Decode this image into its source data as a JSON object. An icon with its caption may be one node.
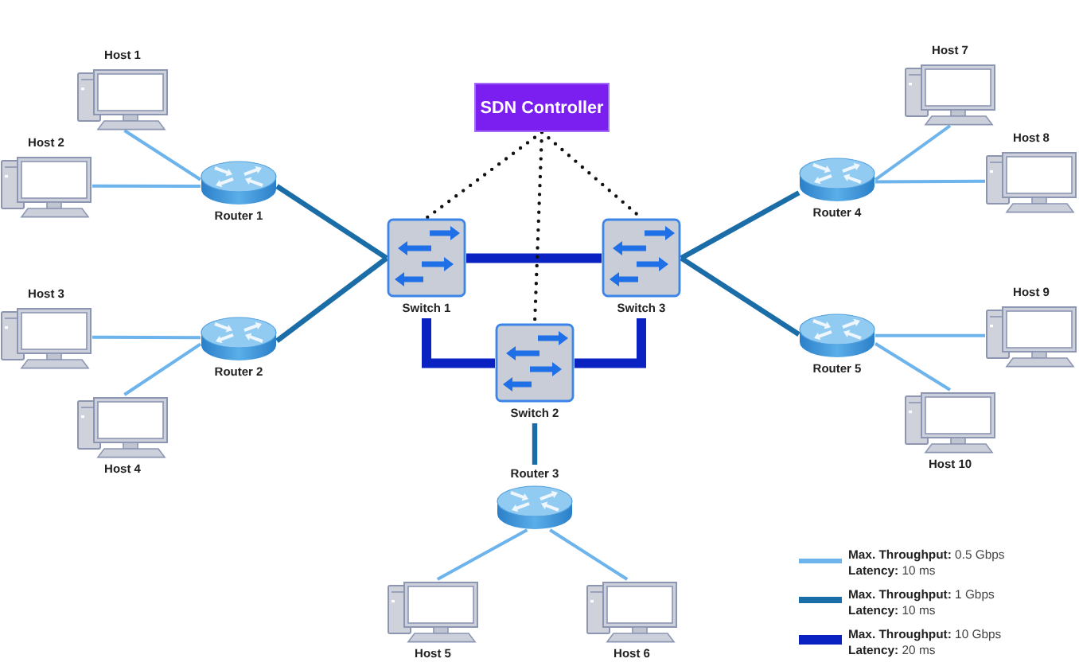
{
  "diagram": {
    "nodes": [
      {
        "text": [
          "SDN Controller"
        ]
      },
      {
        "text": [
          "Host 1"
        ]
      },
      {
        "text": [
          "Host 2"
        ]
      },
      {
        "text": [
          "Router 1"
        ]
      },
      {
        "text": [
          "Host 3"
        ]
      },
      {
        "text": [
          "Router 2"
        ]
      },
      {
        "text": [
          "Host 4"
        ]
      },
      {
        "text": [
          "Switch 1"
        ]
      },
      {
        "text": [
          "Switch 3"
        ]
      },
      {
        "text": [
          "Switch 2"
        ]
      },
      {
        "text": [
          "Router 3"
        ]
      },
      {
        "text": [
          "Host 5"
        ]
      },
      {
        "text": [
          "Host 6"
        ]
      },
      {
        "text": [
          "Host 7"
        ]
      },
      {
        "text": [
          "Router 4"
        ]
      },
      {
        "text": [
          "Host 8"
        ]
      },
      {
        "text": [
          "Host 9"
        ]
      },
      {
        "text": [
          "Router 5"
        ]
      },
      {
        "text": [
          "Host 10"
        ]
      }
    ],
    "edges": [
      {
        "from": 1,
        "to": 3,
        "arrow": "none"
      },
      {
        "from": 2,
        "to": 3,
        "arrow": "none"
      },
      {
        "from": 3,
        "to": 7,
        "arrow": "none",
        "color": "#1a6da6"
      },
      {
        "from": 4,
        "to": 5,
        "arrow": "none"
      },
      {
        "from": 6,
        "to": 5,
        "arrow": "none"
      },
      {
        "from": 5,
        "to": 7,
        "arrow": "none",
        "color": "#1a6da6"
      },
      {
        "from": 7,
        "to": 8,
        "arrow": "none",
        "style": "thick",
        "color": "#0a22c2"
      },
      {
        "from": 7,
        "to": 9,
        "arrow": "none",
        "style": "thick",
        "color": "#0a22c2"
      },
      {
        "from": 9,
        "to": 8,
        "arrow": "none",
        "style": "thick",
        "color": "#0a22c2"
      },
      {
        "from": 9,
        "to": 10,
        "arrow": "none",
        "color": "#1a6da6"
      },
      {
        "from": 10,
        "to": 11,
        "arrow": "none"
      },
      {
        "from": 10,
        "to": 12,
        "arrow": "none"
      },
      {
        "from": 8,
        "to": 14,
        "arrow": "none",
        "color": "#1a6da6"
      },
      {
        "from": 8,
        "to": 17,
        "arrow": "none",
        "color": "#1a6da6"
      },
      {
        "from": 14,
        "to": 13,
        "arrow": "none"
      },
      {
        "from": 14,
        "to": 15,
        "arrow": "none"
      },
      {
        "from": 17,
        "to": 16,
        "arrow": "none"
      },
      {
        "from": 17,
        "to": 18,
        "arrow": "none"
      },
      {
        "from": 0,
        "to": 7,
        "arrow": "none",
        "style": "dashed",
        "color": "#111111"
      },
      {
        "from": 0,
        "to": 9,
        "arrow": "none",
        "style": "dashed",
        "color": "#111111"
      },
      {
        "from": 0,
        "to": 8,
        "arrow": "none",
        "style": "dashed",
        "color": "#111111"
      }
    ],
    "legend": [
      {
        "text": "**Max. Throughput:** 0.5 Gbps **Latency:** 10 ms"
      },
      {
        "text": "**Max. Throughput:** 1 Gbps **Latency:** 10 ms"
      },
      {
        "text": "**Max. Throughput:** 10 Gbps **Latency:** 20 ms"
      }
    ]
  }
}
